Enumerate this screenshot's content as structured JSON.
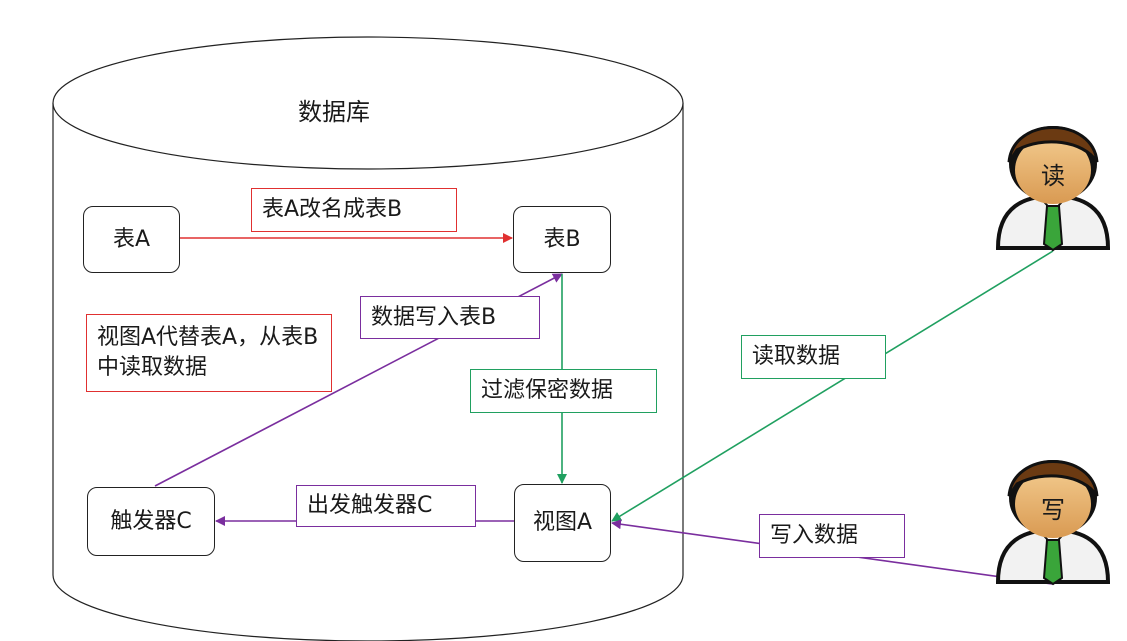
{
  "database": {
    "title": "数据库"
  },
  "nodes": {
    "table_a": "表A",
    "table_b": "表B",
    "view_a": "视图A",
    "trigger_c": "触发器C"
  },
  "edge_labels": {
    "rename": "表A改名成表B",
    "write_table_b": "数据写入表B",
    "view_replace": "视图A代替表A，从表B中读取数据",
    "filter": "过滤保密数据",
    "fire_trigger": "出发触发器C",
    "read_data": "读取数据",
    "write_data": "写入数据"
  },
  "actors": {
    "reader": "读",
    "writer": "写"
  },
  "colors": {
    "red": "#e03030",
    "purple": "#7a2e9e",
    "green": "#20a060"
  }
}
